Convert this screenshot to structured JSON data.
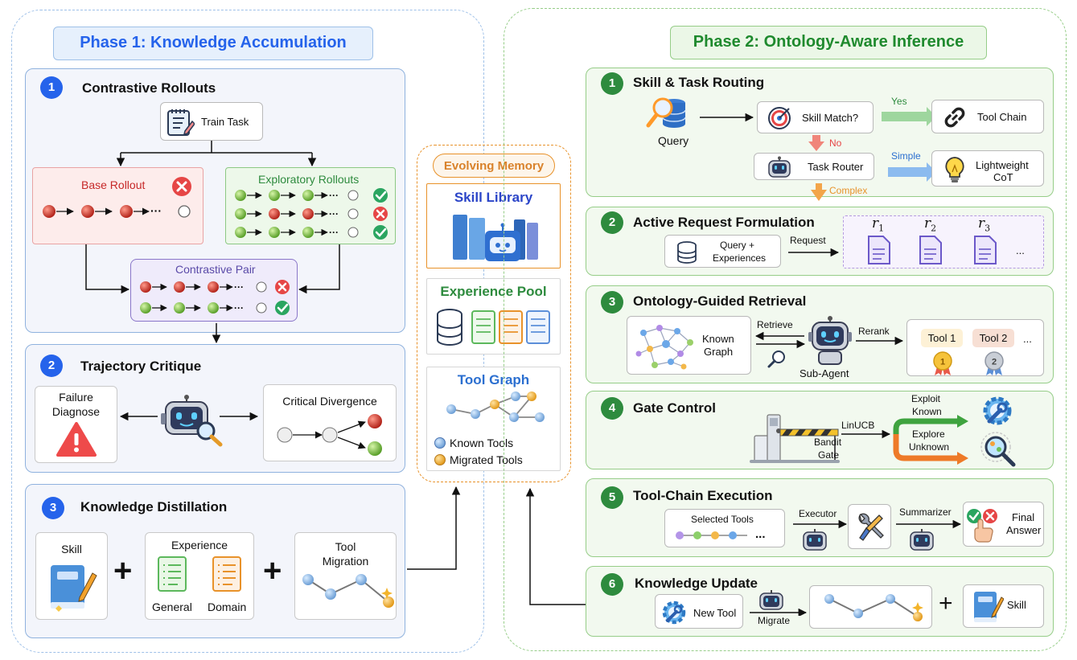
{
  "phase1": {
    "title": "Phase 1: Knowledge Accumulation",
    "s1": {
      "num": "1",
      "title": "Contrastive Rollouts",
      "train_task": "Train Task",
      "base_rollout": "Base Rollout",
      "exploratory_rollouts": "Exploratory Rollouts",
      "contrastive_pair": "Contrastive Pair"
    },
    "s2": {
      "num": "2",
      "title": "Trajectory Critique",
      "failure_l1": "Failure",
      "failure_l2": "Diagnose",
      "critical_divergence": "Critical Divergence"
    },
    "s3": {
      "num": "3",
      "title": "Knowledge Distillation",
      "skill": "Skill",
      "experience": "Experience",
      "general": "General",
      "domain": "Domain",
      "tool_l1": "Tool",
      "tool_l2": "Migration"
    }
  },
  "memory": {
    "title": "Evolving Memory",
    "skill_library": "Skill Library",
    "experience_pool": "Experience Pool",
    "tool_graph": "Tool Graph",
    "known_tools": "Known Tools",
    "migrated_tools": "Migrated Tools"
  },
  "phase2": {
    "title": "Phase 2: Ontology-Aware Inference",
    "s1": {
      "num": "1",
      "title": "Skill & Task Routing",
      "query": "Query",
      "skill_match": "Skill Match?",
      "yes": "Yes",
      "no": "No",
      "tool_chain": "Tool Chain",
      "task_router": "Task Router",
      "simple": "Simple",
      "complex": "Complex",
      "lightweight": "Lightweight",
      "cot": "CoT"
    },
    "s2": {
      "num": "2",
      "title": "Active Request Formulation",
      "query_plus": "Query  +",
      "experiences": "Experiences",
      "request": "Request",
      "r1": "r",
      "r2": "r",
      "r3": "r",
      "sub1": "1",
      "sub2": "2",
      "sub3": "3",
      "ellipsis": "..."
    },
    "s3": {
      "num": "3",
      "title": "Ontology-Guided Retrieval",
      "known": "Known",
      "graph": "Graph",
      "retrieve": "Retrieve",
      "rerank": "Rerank",
      "sub_agent": "Sub-Agent",
      "tool1": "Tool 1",
      "tool2": "Tool 2",
      "ellipsis": "...",
      "medal1": "1",
      "medal2": "2"
    },
    "s4": {
      "num": "4",
      "title": "Gate Control",
      "bandit": "Bandit",
      "gate": "Gate",
      "linucb": "LinUCB",
      "exploit": "Exploit",
      "known": "Known",
      "explore": "Explore",
      "unknown": "Unknown"
    },
    "s5": {
      "num": "5",
      "title": "Tool-Chain Execution",
      "selected_tools": "Selected Tools",
      "executor": "Executor",
      "summarizer": "Summarizer",
      "final": "Final",
      "answer": "Answer",
      "ellipsis": "..."
    },
    "s6": {
      "num": "6",
      "title": "Knowledge Update",
      "new_tool": "New Tool",
      "migrate": "Migrate",
      "skill": "Skill"
    }
  },
  "colors": {
    "phase1_accent": "#2563eb",
    "phase2_accent": "#1f8a2e",
    "memory_accent": "#e8922a",
    "fail_red": "#e64646",
    "success_green": "#2aa560"
  }
}
